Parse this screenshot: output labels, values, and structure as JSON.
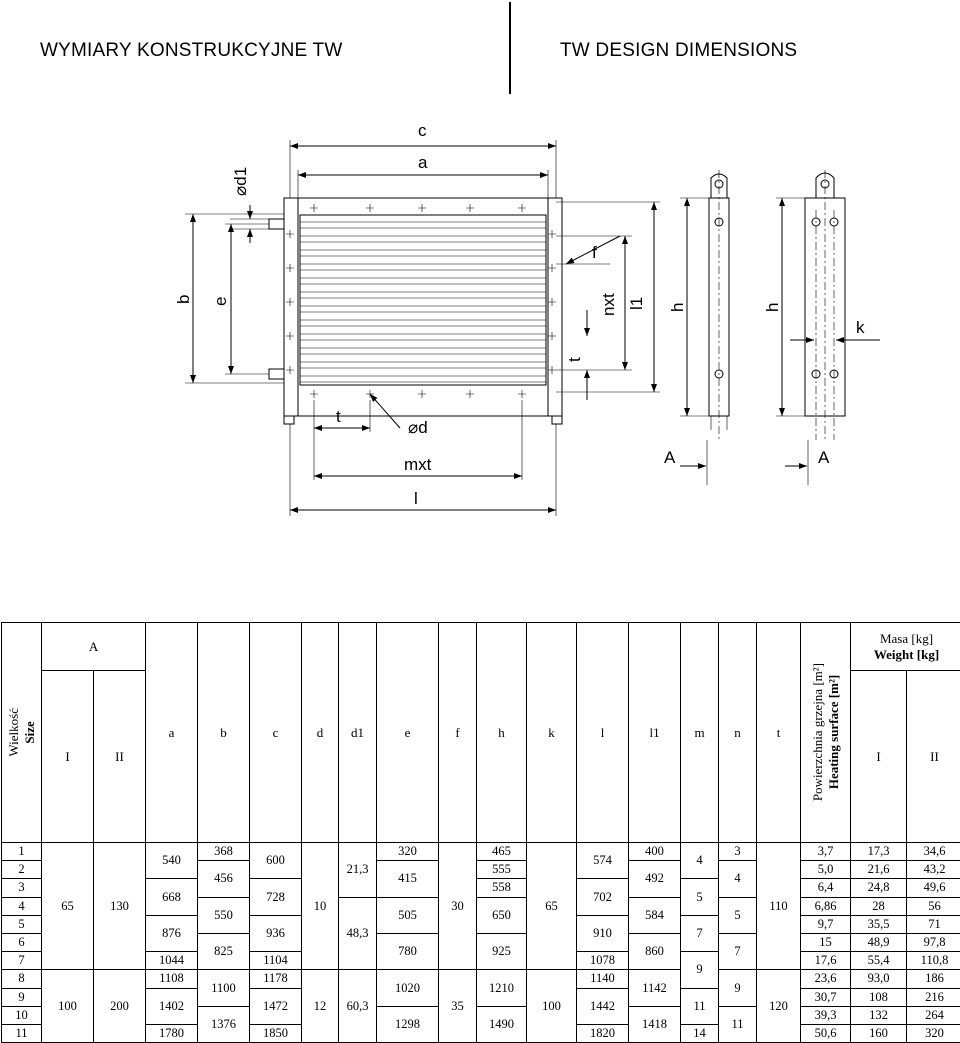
{
  "titles": {
    "left": "WYMIARY  KONSTRUKCYJNE  TW",
    "right": "TW DESIGN DIMENSIONS"
  },
  "drawing_labels": {
    "c": "c",
    "a": "a",
    "d1": "⌀d1",
    "b": "b",
    "e": "e",
    "f": "f",
    "nxt": "nxt",
    "l1": "l1",
    "h1": "h",
    "h2": "h",
    "k": "k",
    "t_right": "t",
    "t_bottom": "t",
    "d": "⌀d",
    "mxt": "mxt",
    "l": "l",
    "A_left": "A",
    "A_right": "A"
  },
  "table": {
    "size_pl": "Wielkość",
    "size_en": "Size",
    "A_header": "A",
    "A_I": "I",
    "A_II": "II",
    "cols": [
      "a",
      "b",
      "c",
      "d",
      "d1",
      "e",
      "f",
      "h",
      "k",
      "l",
      "l1",
      "m",
      "n",
      "t"
    ],
    "surface_pl": "Powierzchnia grzejna [m²]",
    "surface_en": "Heating surface [m²]",
    "mass_pl": "Masa  [kg]",
    "mass_en": "Weight [kg]",
    "mass_I": "I",
    "mass_II": "II",
    "sizes": [
      "1",
      "2",
      "3",
      "4",
      "5",
      "6",
      "7",
      "8",
      "9",
      "10",
      "11"
    ],
    "AI_small": "65",
    "AII_small": "130",
    "AI_large": "100",
    "AII_large": "200",
    "a_vals": [
      "540",
      "668",
      "876",
      "1044",
      "1108",
      "1402",
      "1780"
    ],
    "b_vals": [
      "368",
      "456",
      "550",
      "825",
      "1100",
      "1376"
    ],
    "c_vals": [
      "600",
      "728",
      "936",
      "1104",
      "1178",
      "1472",
      "1850"
    ],
    "d_small": "10",
    "d_large": "12",
    "d1_vals": [
      "21,3",
      "48,3",
      "60,3"
    ],
    "e_vals": [
      "320",
      "415",
      "505",
      "780",
      "1020",
      "1298"
    ],
    "f_small": "30",
    "f_large": "35",
    "h_vals": [
      "465",
      "555",
      "558",
      "650",
      "925",
      "1210",
      "1490"
    ],
    "k_small": "65",
    "k_large": "100",
    "l_vals": [
      "574",
      "702",
      "910",
      "1078",
      "1140",
      "1442",
      "1820"
    ],
    "l1_vals": [
      "400",
      "492",
      "584",
      "860",
      "1142",
      "1418"
    ],
    "m_vals": [
      "4",
      "5",
      "7",
      "9",
      "11",
      "14"
    ],
    "n_vals": [
      "3",
      "4",
      "5",
      "7",
      "9",
      "11"
    ],
    "t_small": "110",
    "t_large": "120",
    "surface": [
      "3,7",
      "5,0",
      "6,4",
      "6,86",
      "9,7",
      "15",
      "17,6",
      "23,6",
      "30,7",
      "39,3",
      "50,6"
    ],
    "mass_I_vals": [
      "17,3",
      "21,6",
      "24,8",
      "28",
      "35,5",
      "48,9",
      "55,4",
      "93,0",
      "108",
      "132",
      "160"
    ],
    "mass_II_vals": [
      "34,6",
      "43,2",
      "49,6",
      "56",
      "71",
      "97,8",
      "110,8",
      "186",
      "216",
      "264",
      "320"
    ]
  }
}
